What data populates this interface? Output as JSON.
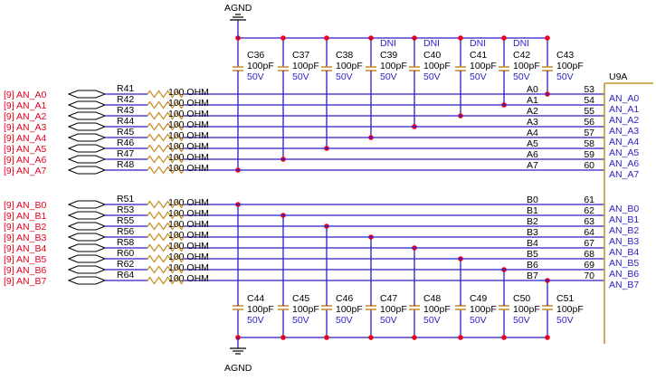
{
  "colors": {
    "wire": "#2a1fc4",
    "pad": "#e8001c",
    "resistor": "#c8922b",
    "cap": "#c8922b",
    "text": "#000000",
    "label_red": "#e8001c",
    "label_blue": "#2a1fc4",
    "connector": "#c8922b"
  },
  "ground_label": "AGND",
  "connector_ref": "U9A",
  "dni_label": "DNI",
  "group_a": {
    "caps": [
      {
        "ref": "C36",
        "value": "100pF",
        "volt": "50V",
        "dni": false
      },
      {
        "ref": "C37",
        "value": "100pF",
        "volt": "50V",
        "dni": false
      },
      {
        "ref": "C38",
        "value": "100pF",
        "volt": "50V",
        "dni": false
      },
      {
        "ref": "C39",
        "value": "100pF",
        "volt": "50V",
        "dni": true
      },
      {
        "ref": "C40",
        "value": "100pF",
        "volt": "50V",
        "dni": true
      },
      {
        "ref": "C41",
        "value": "100pF",
        "volt": "50V",
        "dni": true
      },
      {
        "ref": "C42",
        "value": "100pF",
        "volt": "50V",
        "dni": true
      },
      {
        "ref": "C43",
        "value": "100pF",
        "volt": "50V",
        "dni": false
      }
    ],
    "nets": [
      {
        "port": "[9]  AN_A0",
        "res": "R41",
        "val": "100 OHM",
        "pin_name": "A0",
        "pin": "53",
        "net": "AN_A0"
      },
      {
        "port": "[9]  AN_A1",
        "res": "R42",
        "val": "100 OHM",
        "pin_name": "A1",
        "pin": "54",
        "net": "AN_A1"
      },
      {
        "port": "[9]  AN_A2",
        "res": "R43",
        "val": "100 OHM",
        "pin_name": "A2",
        "pin": "55",
        "net": "AN_A2"
      },
      {
        "port": "[9]  AN_A3",
        "res": "R44",
        "val": "100 OHM",
        "pin_name": "A3",
        "pin": "56",
        "net": "AN_A3"
      },
      {
        "port": "[9]  AN_A4",
        "res": "R45",
        "val": "100 OHM",
        "pin_name": "A4",
        "pin": "57",
        "net": "AN_A4"
      },
      {
        "port": "[9]  AN_A5",
        "res": "R46",
        "val": "100 OHM",
        "pin_name": "A5",
        "pin": "58",
        "net": "AN_A5"
      },
      {
        "port": "[9]  AN_A6",
        "res": "R47",
        "val": "100 OHM",
        "pin_name": "A6",
        "pin": "59",
        "net": "AN_A6"
      },
      {
        "port": "[9]  AN_A7",
        "res": "R48",
        "val": "100 OHM",
        "pin_name": "A7",
        "pin": "60",
        "net": "AN_A7"
      }
    ]
  },
  "group_b": {
    "caps": [
      {
        "ref": "C44",
        "value": "100pF",
        "volt": "50V",
        "dni": false
      },
      {
        "ref": "C45",
        "value": "100pF",
        "volt": "50V",
        "dni": false
      },
      {
        "ref": "C46",
        "value": "100pF",
        "volt": "50V",
        "dni": false
      },
      {
        "ref": "C47",
        "value": "100pF",
        "volt": "50V",
        "dni": false
      },
      {
        "ref": "C48",
        "value": "100pF",
        "volt": "50V",
        "dni": false
      },
      {
        "ref": "C49",
        "value": "100pF",
        "volt": "50V",
        "dni": false
      },
      {
        "ref": "C50",
        "value": "100pF",
        "volt": "50V",
        "dni": false
      },
      {
        "ref": "C51",
        "value": "100pF",
        "volt": "50V",
        "dni": false
      }
    ],
    "nets": [
      {
        "port": "[9]  AN_B0",
        "res": "R51",
        "val": "100 OHM",
        "pin_name": "B0",
        "pin": "61",
        "net": "AN_B0"
      },
      {
        "port": "[9]  AN_B1",
        "res": "R53",
        "val": "100 OHM",
        "pin_name": "B1",
        "pin": "62",
        "net": "AN_B1"
      },
      {
        "port": "[9]  AN_B2",
        "res": "R55",
        "val": "100 OHM",
        "pin_name": "B2",
        "pin": "63",
        "net": "AN_B2"
      },
      {
        "port": "[9]  AN_B3",
        "res": "R56",
        "val": "100 OHM",
        "pin_name": "B3",
        "pin": "64",
        "net": "AN_B3"
      },
      {
        "port": "[9]  AN_B4",
        "res": "R58",
        "val": "100 OHM",
        "pin_name": "B4",
        "pin": "67",
        "net": "AN_B4"
      },
      {
        "port": "[9]  AN_B5",
        "res": "R60",
        "val": "100 OHM",
        "pin_name": "B5",
        "pin": "68",
        "net": "AN_B5"
      },
      {
        "port": "[9]  AN_B6",
        "res": "R62",
        "val": "100 OHM",
        "pin_name": "B6",
        "pin": "69",
        "net": "AN_B6"
      },
      {
        "port": "[9]  AN_B7",
        "res": "R64",
        "val": "100 OHM",
        "pin_name": "B7",
        "pin": "70",
        "net": "AN_B7"
      }
    ]
  }
}
